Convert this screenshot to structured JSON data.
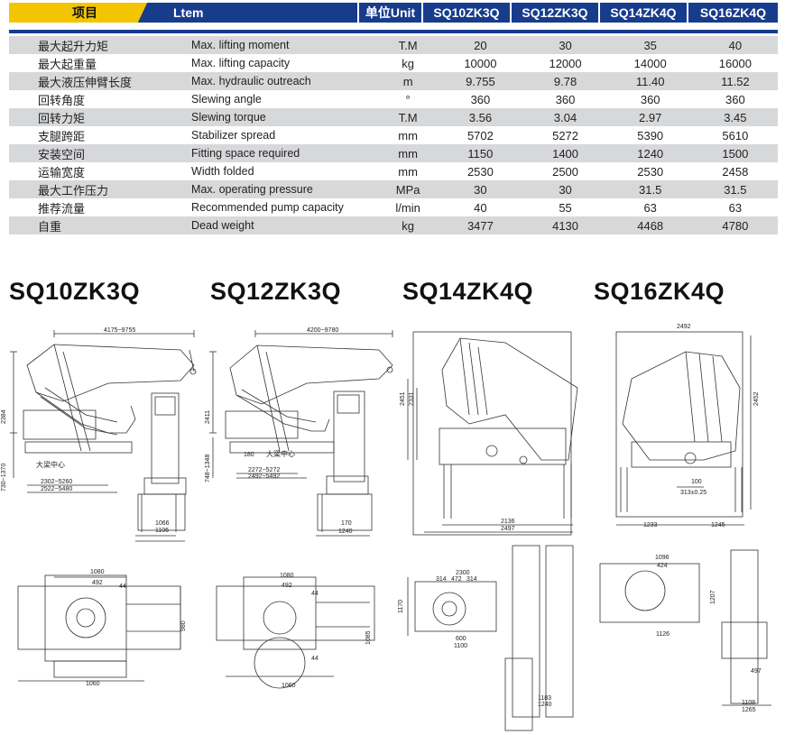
{
  "header": {
    "item": "项目",
    "item_en": "Ltem",
    "unit": "单位Unit",
    "models": [
      "SQ10ZK3Q",
      "SQ12ZK3Q",
      "SQ14ZK4Q",
      "SQ16ZK4Q"
    ]
  },
  "rows": [
    {
      "cn": "最大起升力矩",
      "en": "Max. lifting moment",
      "unit": "T.M",
      "v": [
        "20",
        "30",
        "35",
        "40"
      ]
    },
    {
      "cn": "最大起重量",
      "en": "Max. lifting capacity",
      "unit": "kg",
      "v": [
        "10000",
        "12000",
        "14000",
        "16000"
      ]
    },
    {
      "cn": "最大液压伸臂长度",
      "en": "Max. hydraulic outreach",
      "unit": "m",
      "v": [
        "9.755",
        "9.78",
        "11.40",
        "11.52"
      ]
    },
    {
      "cn": "回转角度",
      "en": "Slewing angle",
      "unit": "°",
      "v": [
        "360",
        "360",
        "360",
        "360"
      ]
    },
    {
      "cn": "回转力矩",
      "en": "Slewing torque",
      "unit": "T.M",
      "v": [
        "3.56",
        "3.04",
        "2.97",
        "3.45"
      ]
    },
    {
      "cn": "支腿跨距",
      "en": "Stabilizer spread",
      "unit": "mm",
      "v": [
        "5702",
        "5272",
        "5390",
        "5610"
      ]
    },
    {
      "cn": "安装空间",
      "en": "Fitting space required",
      "unit": "mm",
      "v": [
        "1150",
        "1400",
        "1240",
        "1500"
      ]
    },
    {
      "cn": "运输宽度",
      "en": "Width folded",
      "unit": "mm",
      "v": [
        "2530",
        "2500",
        "2530",
        "2458"
      ]
    },
    {
      "cn": "最大工作压力",
      "en": "Max.  operating pressure",
      "unit": "MPa",
      "v": [
        "30",
        "30",
        "31.5",
        "31.5"
      ]
    },
    {
      "cn": "推荐流量",
      "en": "Recommended pump capacity",
      "unit": "l/min",
      "v": [
        "40",
        "55",
        "63",
        "63"
      ]
    },
    {
      "cn": "自重",
      "en": "Dead weight",
      "unit": "kg",
      "v": [
        "3477",
        "4130",
        "4468",
        "4780"
      ]
    }
  ],
  "models": [
    "SQ10ZK3Q",
    "SQ12ZK3Q",
    "SQ14ZK4Q",
    "SQ16ZK4Q"
  ],
  "dims": {
    "d1": {
      "reach": "4175~9755",
      "h": "2384",
      "base": "730~1370",
      "w1": "2302~5260",
      "w2": "2522~5480",
      "center": "大梁中心",
      "b1": "1066",
      "b2": "1106",
      "p1": "1080",
      "p2": "492",
      "p3": "44",
      "p4": "980",
      "p5": "1060"
    },
    "d2": {
      "reach": "4200~9780",
      "h": "2411",
      "base": "748~1348",
      "w0": "180",
      "center": "大梁中心",
      "w1": "2272~5272",
      "w2": "2492~5492",
      "b1": "170",
      "b2": "1240",
      "p1": "1080",
      "p2": "492",
      "p3": "44",
      "p4": "1085",
      "p5": "44",
      "p6": "1060"
    },
    "d3": {
      "h1": "2451",
      "h2": "2331",
      "w1": "2136",
      "w2": "2497",
      "p1": "2300",
      "p2": "314",
      "p3": "472",
      "p4": "314",
      "p5": "1170",
      "p6": "600",
      "p7": "1100",
      "b1": "1183",
      "b2": "1240"
    },
    "d4": {
      "top": "2492",
      "h": "2452",
      "o1": "100",
      "o2": "313±0.25",
      "w1": "1233",
      "w2": "1245",
      "p1": "1096",
      "p2": "424",
      "p3": "1207",
      "p4": "1126",
      "b0": "497",
      "b1": "1108",
      "b2": "1265"
    }
  }
}
